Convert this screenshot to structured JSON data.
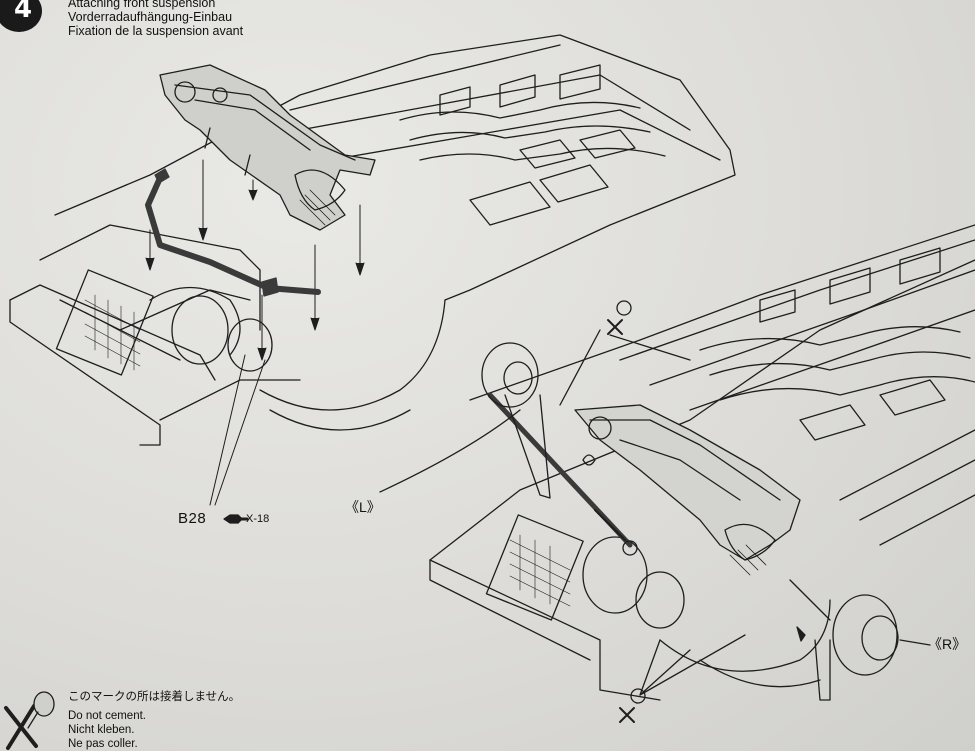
{
  "step": {
    "number": "4",
    "title_en": "Attaching front suspension",
    "title_de": "Vorderradaufhängung-Einbau",
    "title_fr": "Fixation de la suspension avant"
  },
  "parts": {
    "part_id": "B28",
    "code": "X-18"
  },
  "callouts": {
    "left": "《L》",
    "right": "《R》"
  },
  "note": {
    "jp": "このマークの所は接着しません。",
    "en": "Do not cement.",
    "de": "Nicht kleben.",
    "fr": "Ne pas coller."
  },
  "colors": {
    "line": "#1e1e1e",
    "paper": "#dddcd8",
    "dark_part": "#3a3a3a"
  }
}
